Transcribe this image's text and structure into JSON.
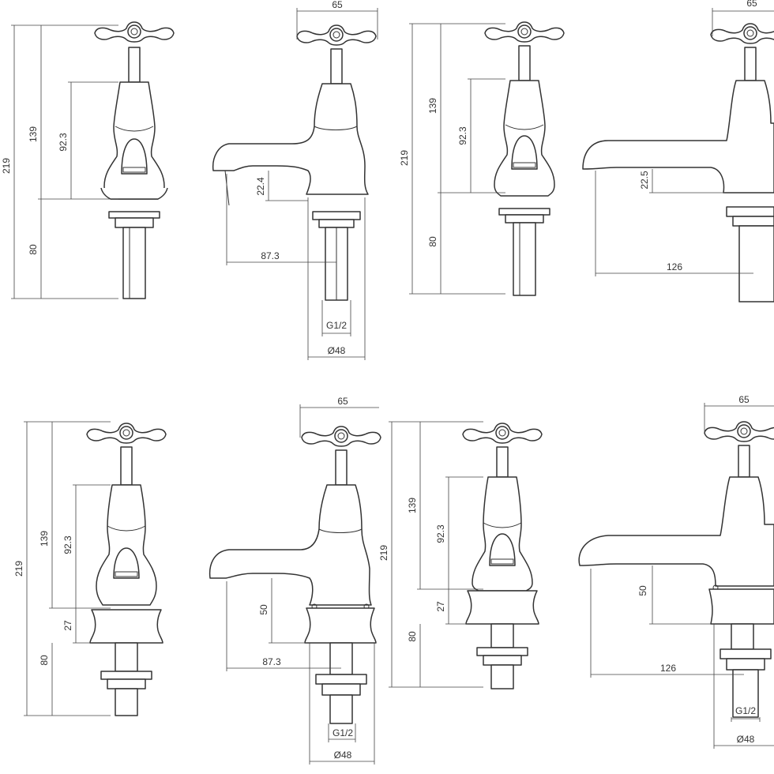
{
  "drawing_colors": {
    "line": "#333333",
    "background": "#ffffff"
  },
  "top_row": {
    "basin_front": {
      "total_height": "219",
      "above_deck": "139",
      "body_height": "92.3",
      "shank_length": "80"
    },
    "basin_side": {
      "handle_span": "65",
      "spout_height": "22.4",
      "spout_reach": "87.3",
      "thread": "G1/2",
      "base_diameter": "Ø48"
    },
    "bath_front": {
      "total_height": "219",
      "above_deck": "139",
      "body_height": "92.3",
      "shank_length": "80"
    },
    "bath_side": {
      "handle_span": "65",
      "spout_height": "22.5",
      "spout_reach": "126"
    }
  },
  "bottom_row": {
    "basin_front": {
      "total_height": "219",
      "above_deck": "139",
      "body_height": "92.3",
      "collar_height": "27",
      "shank_length": "80"
    },
    "basin_side": {
      "handle_span": "65",
      "spout_height": "50",
      "spout_reach": "87.3",
      "thread": "G1/2",
      "base_diameter": "Ø48"
    },
    "bath_front": {
      "total_height": "219",
      "above_deck": "139",
      "body_height": "92.3",
      "collar_height": "27",
      "shank_length": "80"
    },
    "bath_side": {
      "handle_span": "65",
      "spout_height": "50",
      "spout_reach": "126",
      "thread": "G1/2",
      "base_diameter": "Ø48"
    }
  }
}
